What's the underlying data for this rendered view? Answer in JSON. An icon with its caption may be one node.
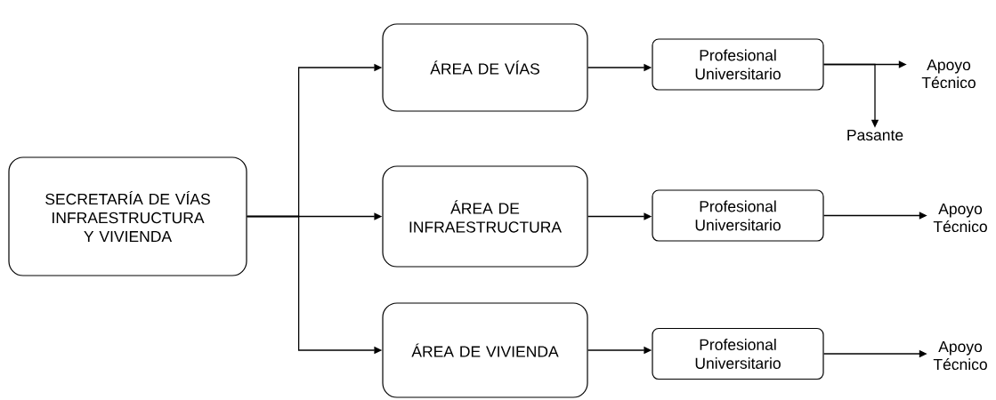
{
  "diagram": {
    "nodes": [
      {
        "text": [
          "SECRETARÍA DE VÍAS INFRAESTRUCTURA Y VIVIENDA"
        ]
      },
      {
        "text": [
          "ÁREA DE VÍAS"
        ]
      },
      {
        "text": [
          "ÁREA DE INFRAESTRUCTURA"
        ]
      },
      {
        "text": [
          "ÁREA DE VIVIENDA"
        ]
      },
      {
        "text": [
          "Profesional Universitario"
        ]
      },
      {
        "text": [
          "Profesional Universitario"
        ]
      },
      {
        "text": [
          "Profesional Universitario"
        ]
      },
      {
        "text": [
          "Apoyo Técnico"
        ]
      },
      {
        "text": [
          "Pasante"
        ]
      },
      {
        "text": [
          "Apoyo Técnico"
        ]
      },
      {
        "text": [
          "Apoyo Técnico"
        ]
      }
    ],
    "edges": [
      {
        "from": 0,
        "to": 1,
        "arrow": "to"
      },
      {
        "from": 0,
        "to": 2,
        "arrow": "to"
      },
      {
        "from": 0,
        "to": 3,
        "arrow": "to"
      },
      {
        "from": 1,
        "to": 4,
        "arrow": "to"
      },
      {
        "from": 2,
        "to": 5,
        "arrow": "to"
      },
      {
        "from": 3,
        "to": 6,
        "arrow": "to"
      },
      {
        "from": 4,
        "to": 7,
        "arrow": "to"
      },
      {
        "from": 4,
        "to": 8,
        "arrow": "to"
      },
      {
        "from": 5,
        "to": 9,
        "arrow": "to"
      },
      {
        "from": 6,
        "to": 10,
        "arrow": "to"
      }
    ]
  }
}
